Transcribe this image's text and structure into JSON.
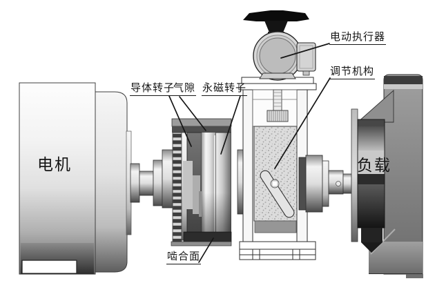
{
  "diagram": {
    "callouts": {
      "electric_actuator": "电动执行器",
      "adjusting_mechanism": "调节机构",
      "conductor_rotor": "导体转子",
      "air_gap": "气隙",
      "pm_rotor": "永磁转子",
      "meshing_surface": "啮合面"
    },
    "part_labels": {
      "motor": "电机",
      "load": "负载"
    }
  },
  "colors": {
    "background": "#ffffff",
    "ink": "#151515",
    "handwheel": "#0b0b0b",
    "steel-light": "#f3f3f3",
    "steel-mid": "#9e9e9e",
    "steel-dark": "#3f3f3f",
    "block-fill": "#dcdcdc",
    "pedestal": "#7c7c7c",
    "hub-light-band": "#c9c9c9"
  }
}
